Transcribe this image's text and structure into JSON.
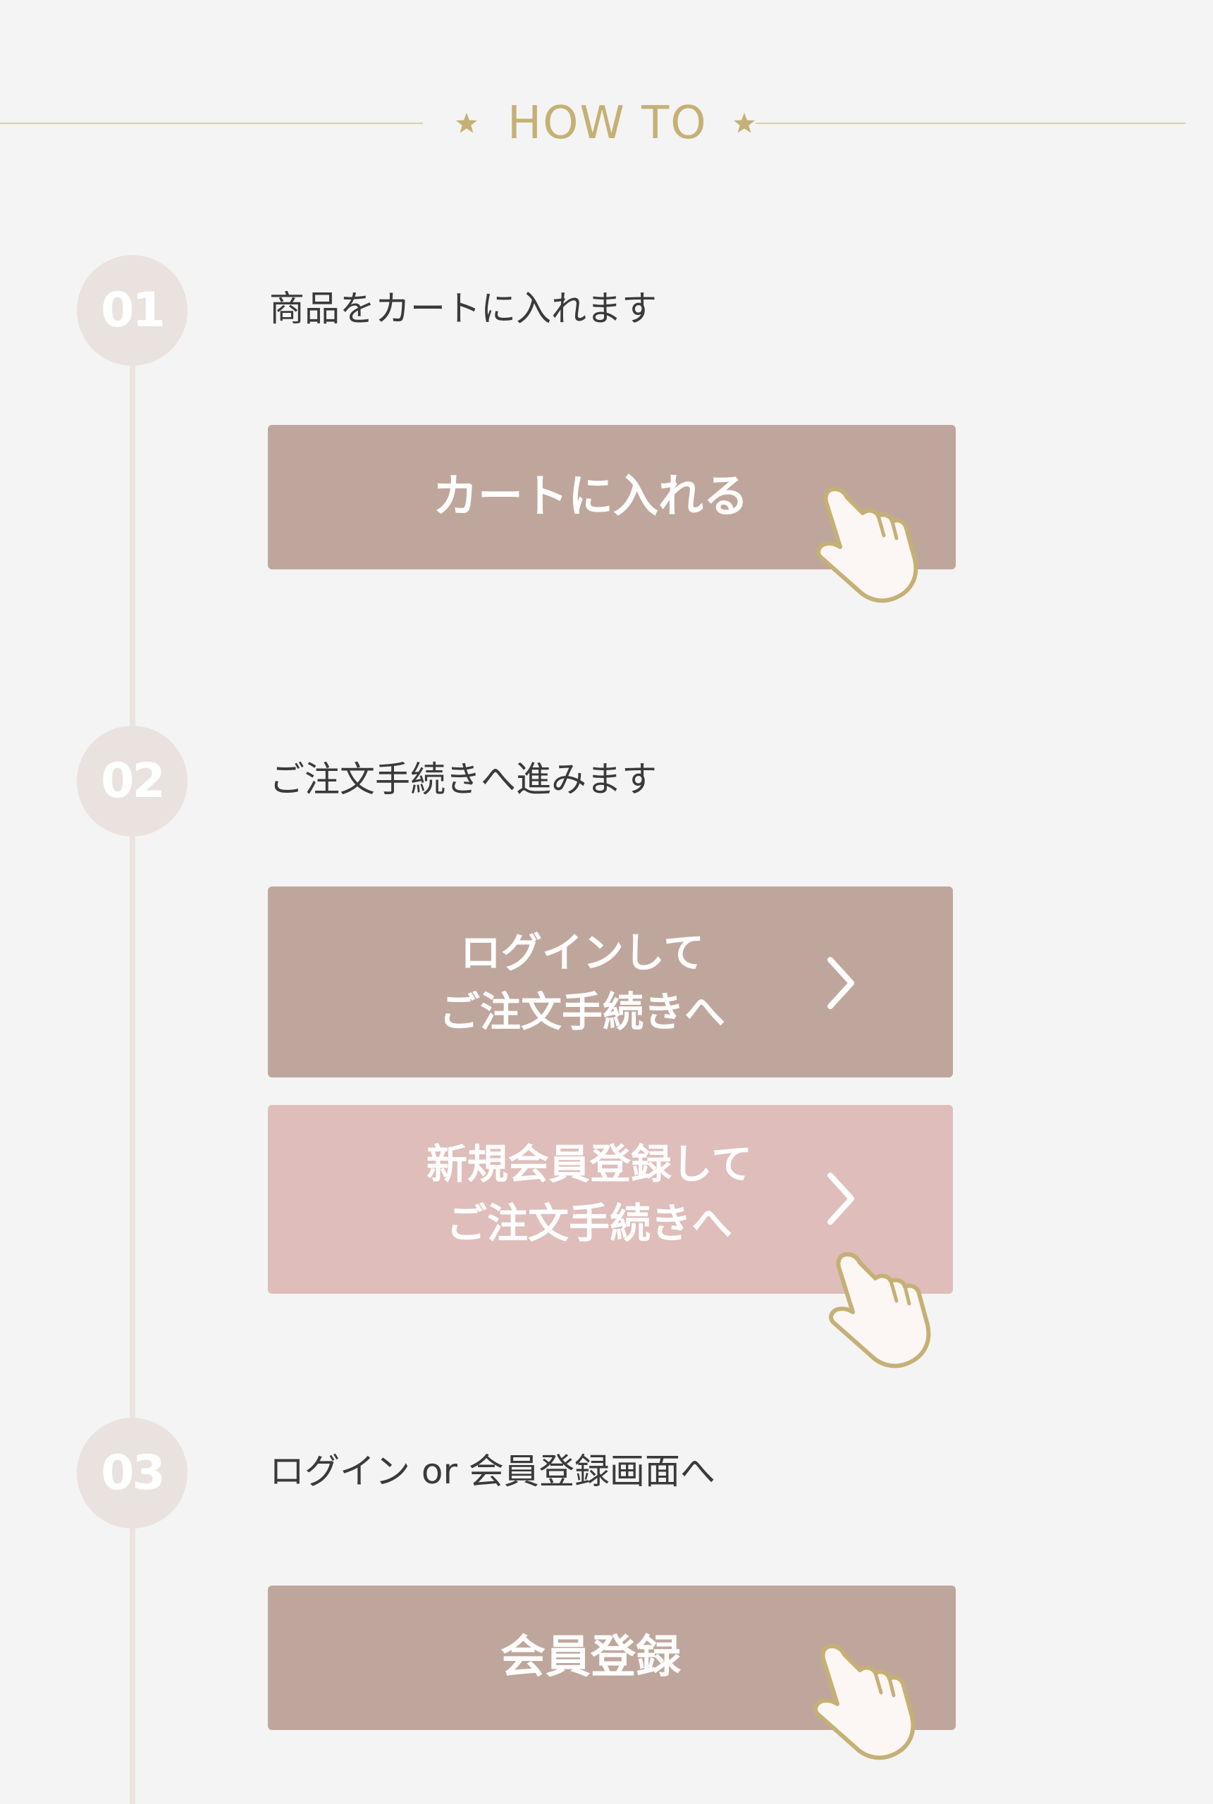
{
  "header": {
    "title": "HOW TO"
  },
  "steps": [
    {
      "number": "01",
      "text": "商品をカートに入れます",
      "buttons": [
        {
          "label": "カートに入れる",
          "style": "mocha"
        }
      ]
    },
    {
      "number": "02",
      "text": "ご注文手続きへ進みます",
      "buttons": [
        {
          "label_line1": "ログインして",
          "label_line2": "ご注文手続きへ",
          "style": "mocha"
        },
        {
          "label_line1": "新規会員登録して",
          "label_line2": "ご注文手続きへ",
          "style": "pink"
        }
      ]
    },
    {
      "number": "03",
      "text": "ログイン or 会員登録画面へ",
      "buttons": [
        {
          "label": "会員登録",
          "style": "mocha"
        }
      ]
    }
  ],
  "icons": {
    "header_star": "star-icon",
    "chevron": "chevron-right-icon",
    "pointer": "pointing-hand-icon"
  },
  "colors": {
    "background": "#f4f4f4",
    "gold": "#c5b075",
    "mocha_button": "#bfa69c",
    "pink_button": "#dfbdbb",
    "step_circle": "#e9e2de",
    "timeline": "#ece3df"
  }
}
